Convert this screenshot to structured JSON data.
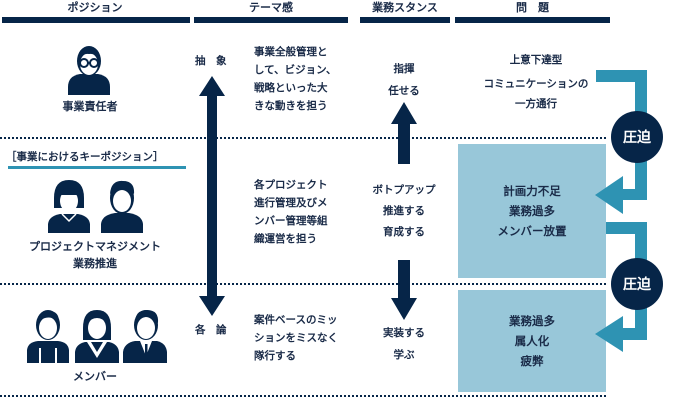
{
  "headers": {
    "position": "ポジション",
    "theme": "テーマ感",
    "stance": "業務スタンス",
    "problem": "問　題"
  },
  "axis": {
    "top_label": "抽　象",
    "bottom_label": "各　論"
  },
  "key_position_label": "［事業におけるキーポジション］",
  "rows": [
    {
      "position": "事業責任者",
      "icon": "single-person-glasses-icon",
      "theme_lines": [
        "事業全般管理と",
        "して、ビジョン、",
        "戦略といった大",
        "きな動きを担う"
      ],
      "stance_lines": [
        "指揮",
        "任せる"
      ],
      "problem_lines": [
        "上意下達型",
        "コミュニケーションの",
        "一方通行"
      ]
    },
    {
      "position_lines": [
        "プロジェクトマネジメント",
        "業務推進"
      ],
      "icon": "two-people-icon",
      "theme_lines": [
        "各プロジェクト",
        "進行管理及びメ",
        "ンバー管理等組",
        "織運営を担う"
      ],
      "stance_lines": [
        "ボトプアップ",
        "推進する",
        "育成する"
      ],
      "problem_lines": [
        "計画力不足",
        "業務過多",
        "メンバー放置"
      ]
    },
    {
      "position": "メンバー",
      "icon": "three-people-icon",
      "theme_lines": [
        "案件ベースのミッ",
        "ションをミスなく",
        "隊行する"
      ],
      "stance_lines": [
        "実装する",
        "学ぶ"
      ],
      "problem_lines": [
        "業務過多",
        "属人化",
        "疲弊"
      ]
    }
  ],
  "pressure": [
    "圧迫",
    "圧迫"
  ],
  "colors": {
    "navy": "#062548",
    "teal": "#2e93b3",
    "light_box": "#98c7d9"
  }
}
